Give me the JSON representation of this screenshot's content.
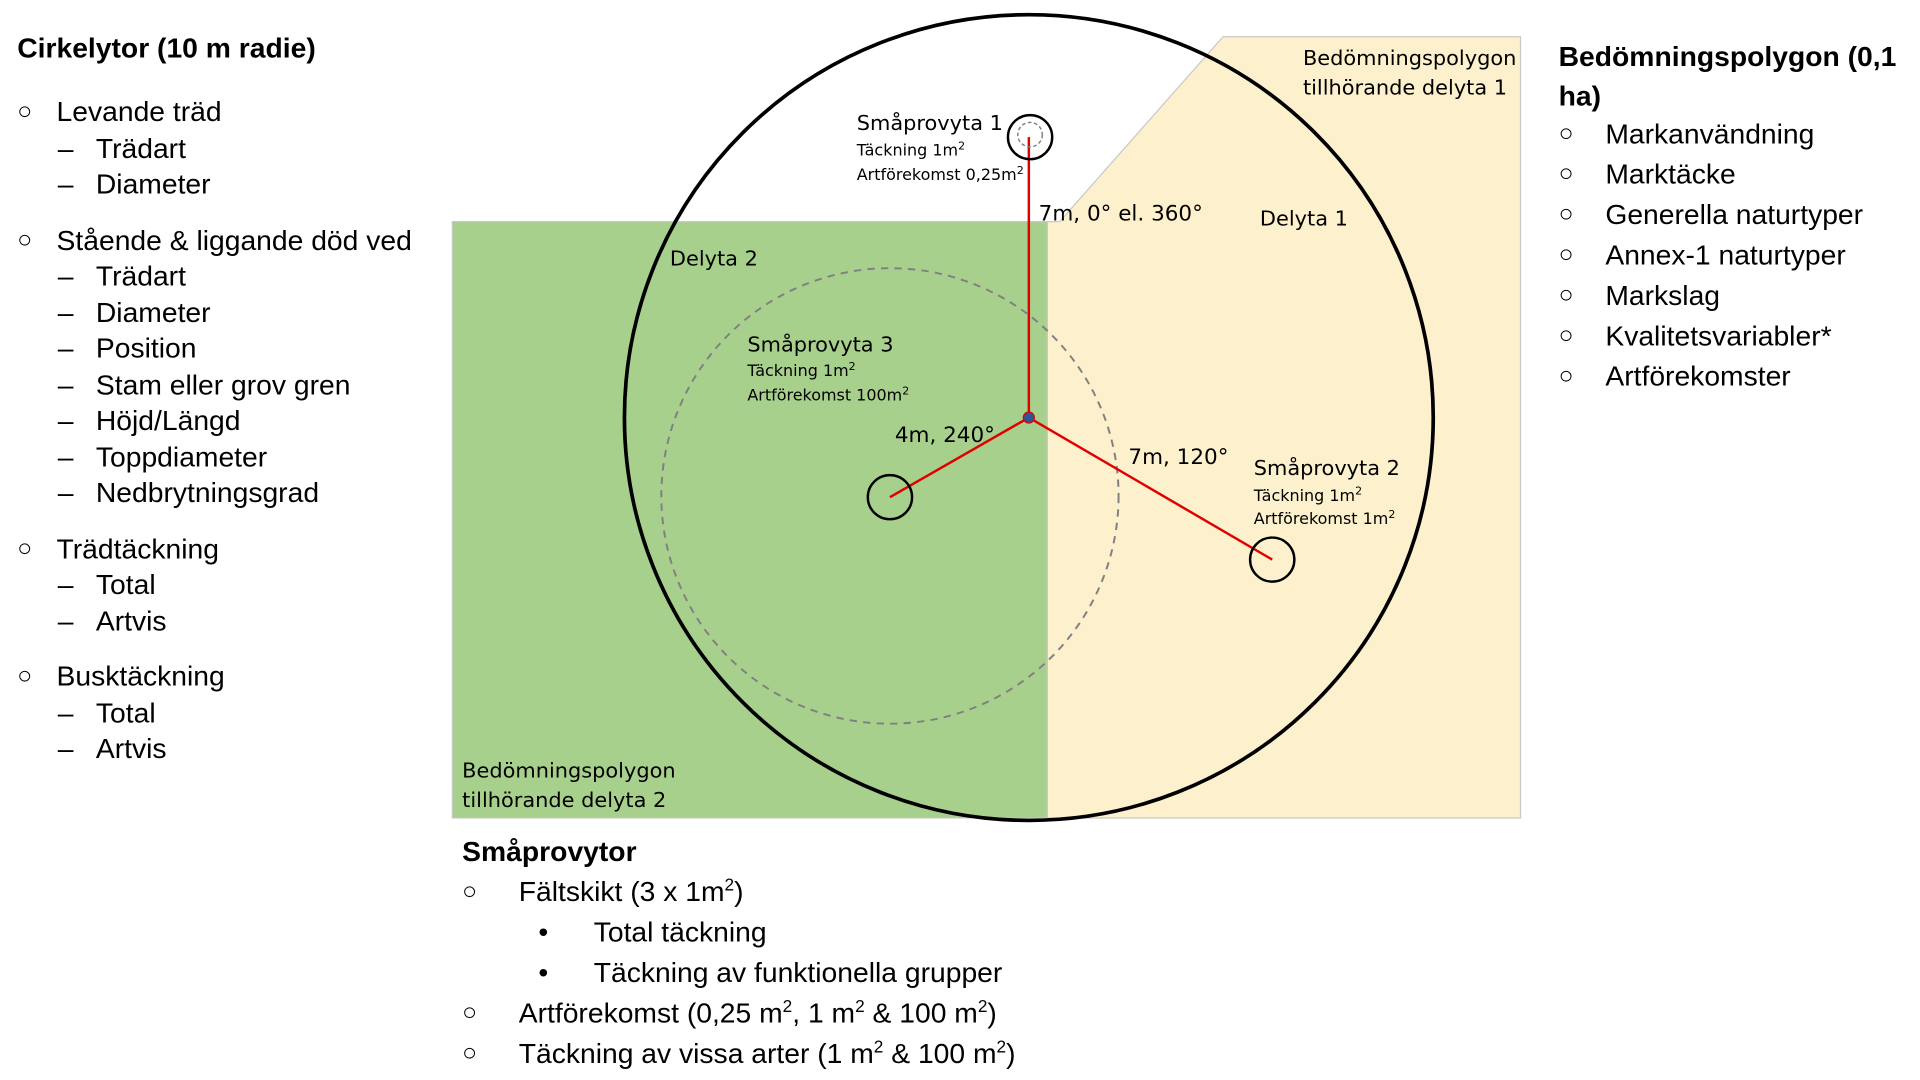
{
  "left_list": {
    "heading": "Cirkelytor (10 m radie)",
    "groups": [
      {
        "label": "Levande träd",
        "items": [
          "Trädart",
          "Diameter"
        ]
      },
      {
        "label": "Stående & liggande död ved",
        "items": [
          "Trädart",
          "Diameter",
          "Position",
          "Stam eller grov gren",
          "Höjd/Längd",
          "Toppdiameter",
          "Nedbrytningsgrad"
        ]
      },
      {
        "label": "Trädtäckning",
        "items": [
          "Total",
          "Artvis"
        ]
      },
      {
        "label": "Busktäckning",
        "items": [
          "Total",
          "Artvis"
        ]
      }
    ]
  },
  "right_list": {
    "heading_line1": "Bedömningspolygon (0,1",
    "heading_line2": "ha)",
    "items": [
      "Markanvändning",
      "Marktäcke",
      "Generella naturtyper",
      "Annex-1 naturtyper",
      "Markslag",
      "Kvalitetsvariabler*",
      "Artförekomster"
    ]
  },
  "bottom_list": {
    "heading": "Småprovytor",
    "item1_prefix": "Fältskikt (3 x 1m",
    "item1_sup": "2",
    "item1_suffix": ")",
    "sub_items": [
      "Total täckning",
      "Täckning av funktionella grupper"
    ],
    "item2_text": "Artförekomst (0,25 m",
    "item2_sup1": "2",
    "item2_mid": ", 1 m",
    "item2_sup2": "2",
    "item2_mid2": " & 100 m",
    "item2_sup3": "2",
    "item2_end": ")",
    "item3_text": "Täckning av vissa arter (1 m",
    "item3_sup1": "2",
    "item3_mid": " & 100 m",
    "item3_sup2": "2",
    "item3_end": ")"
  },
  "diagram": {
    "polygon1_label_line1": "Bedömningspolygon",
    "polygon1_label_line2": "tillhörande delyta 1",
    "polygon2_label_line1": "Bedömningspolygon",
    "polygon2_label_line2": "tillhörande delyta 2",
    "delyta1": "Delyta 1",
    "delyta2": "Delyta 2",
    "plot1_title": "Småprovyta 1",
    "plot1_line1": "Täckning 1m",
    "plot1_line1_sup": "2",
    "plot1_line2": "Artförekomst 0,25m",
    "plot1_line2_sup": "2",
    "plot2_title": "Småprovyta 2",
    "plot2_line1": "Täckning 1m",
    "plot2_line1_sup": "2",
    "plot2_line2": "Artförekomst 1m",
    "plot2_line2_sup": "2",
    "plot3_title": "Småprovyta 3",
    "plot3_line1": "Täckning 1m",
    "plot3_line1_sup": "2",
    "plot3_line2": "Artförekomst 100m",
    "plot3_line2_sup": "2",
    "dir_north": "7m, 0° el. 360°",
    "dir_120": "7m, 120°",
    "dir_240": "4m, 240°"
  },
  "colors": {
    "polygon1_fill": "#fdf0cc",
    "polygon2_fill": "#a8d08d",
    "line_red": "#e00000",
    "circle_stroke": "#000000",
    "dashed_stroke": "#808080",
    "center_dot": "#2e5597"
  }
}
